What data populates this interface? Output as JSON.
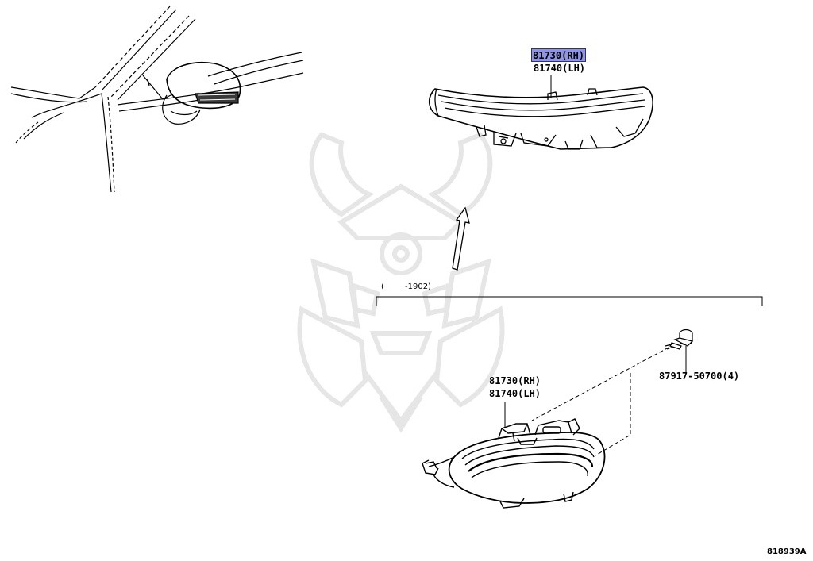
{
  "labels": {
    "top_part_rh": "81730(RH)",
    "top_part_lh": "81740(LH)",
    "bottom_part_rh": "81730(RH)",
    "bottom_part_lh": "81740(LH)",
    "screw_part": "87917-50700(4)",
    "range_open": "(",
    "range_end": "-1902)",
    "figure_id": "818939A"
  },
  "colors": {
    "highlight": "#8f94e6",
    "line": "#000000",
    "watermark": "#e4e4e4"
  }
}
